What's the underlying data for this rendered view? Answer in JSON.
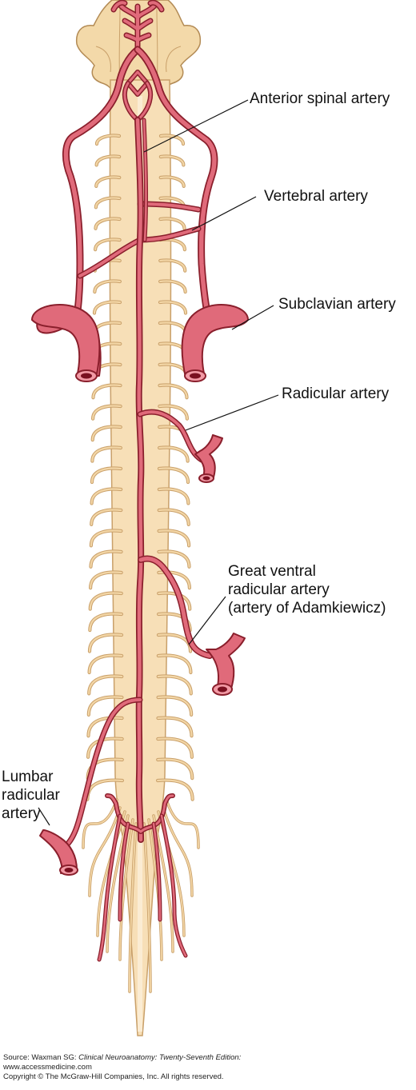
{
  "labels": {
    "anterior_spinal": "Anterior spinal artery",
    "vertebral": "Vertebral artery",
    "subclavian": "Subclavian artery",
    "radicular": "Radicular artery",
    "great_ventral": [
      "Great ventral",
      "radicular artery",
      "(artery of Adamkiewicz)"
    ],
    "lumbar": [
      "Lumbar",
      "radicular",
      "artery"
    ]
  },
  "source": {
    "prefix": "Source: Waxman SG: ",
    "book": "Clinical Neuroanatomy: Twenty-Seventh Edition:",
    "url": "www.accessmedicine.com",
    "copyright": "Copyright © The McGraw-Hill Companies, Inc. All rights reserved."
  },
  "colors": {
    "cord_fill": "#f7dfb7",
    "cord_outline": "#c9a06a",
    "cord_center": "#fbefd9",
    "root_fill": "#f3d6a6",
    "artery_fill": "#e06a7a",
    "artery_outline": "#8a1f2c",
    "artery_lumen": "#7a1020",
    "leader": "#111111"
  }
}
